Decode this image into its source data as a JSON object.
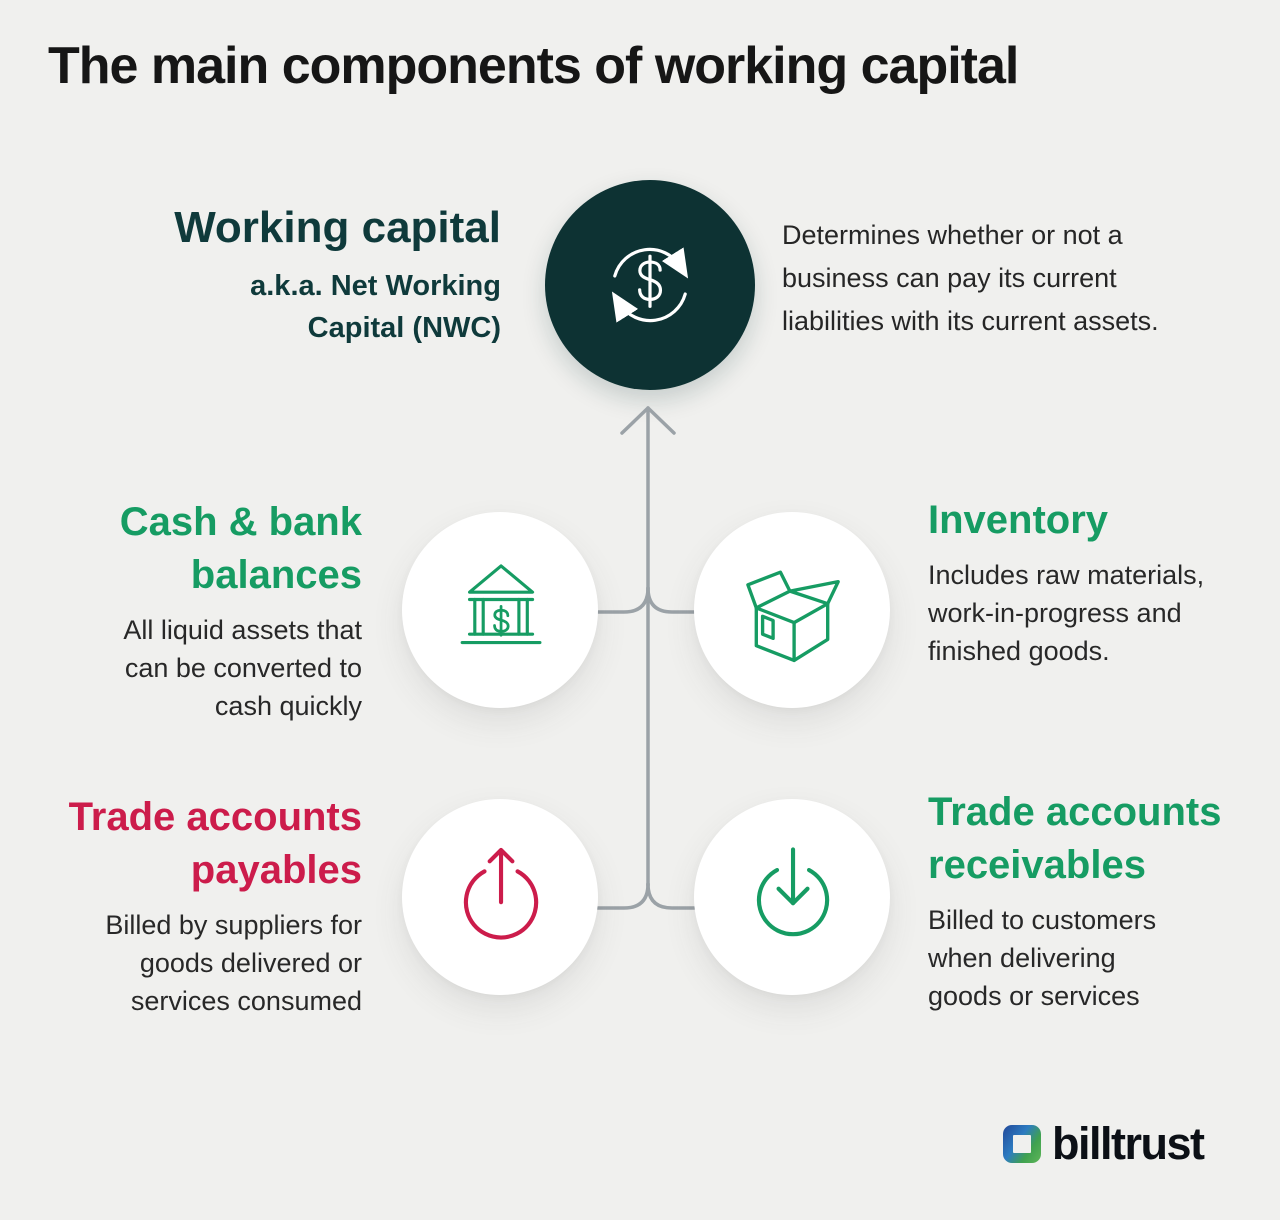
{
  "title": "The main components of working capital",
  "hero": {
    "heading": "Working capital",
    "subheading": "a.k.a. Net Working\nCapital (NWC)",
    "description": "Determines whether or not a\nbusiness can pay its current\nliabilities with its current assets.",
    "icon": "dollar-cycle-icon"
  },
  "components": [
    {
      "id": "cash",
      "title": "Cash & bank\nbalances",
      "description": "All liquid assets that\ncan be converted to\ncash quickly",
      "icon": "bank-icon",
      "accent": "#169c63"
    },
    {
      "id": "inventory",
      "title": "Inventory",
      "description": "Includes raw materials,\nwork-in-progress and\nfinished goods.",
      "icon": "open-box-icon",
      "accent": "#169c63"
    },
    {
      "id": "payables",
      "title": "Trade accounts\npayables",
      "description": "Billed by suppliers for\ngoods delivered or\nservices consumed",
      "icon": "arrow-up-circle-icon",
      "accent": "#cc1c4b"
    },
    {
      "id": "receivables",
      "title": "Trade accounts\nreceivables",
      "description": "Billed to customers\nwhen delivering\ngoods or services",
      "icon": "arrow-down-circle-icon",
      "accent": "#169c63"
    }
  ],
  "footer": {
    "brand": "billtrust"
  },
  "colors": {
    "background": "#f0f0ee",
    "dark_teal": "#0d3233",
    "accent_green": "#169c63",
    "accent_red": "#cc1c4b",
    "line_gray": "#9ba2a7",
    "text_dark": "#262626",
    "brand_blue": "#2a6db6",
    "brand_green": "#45a44d"
  }
}
